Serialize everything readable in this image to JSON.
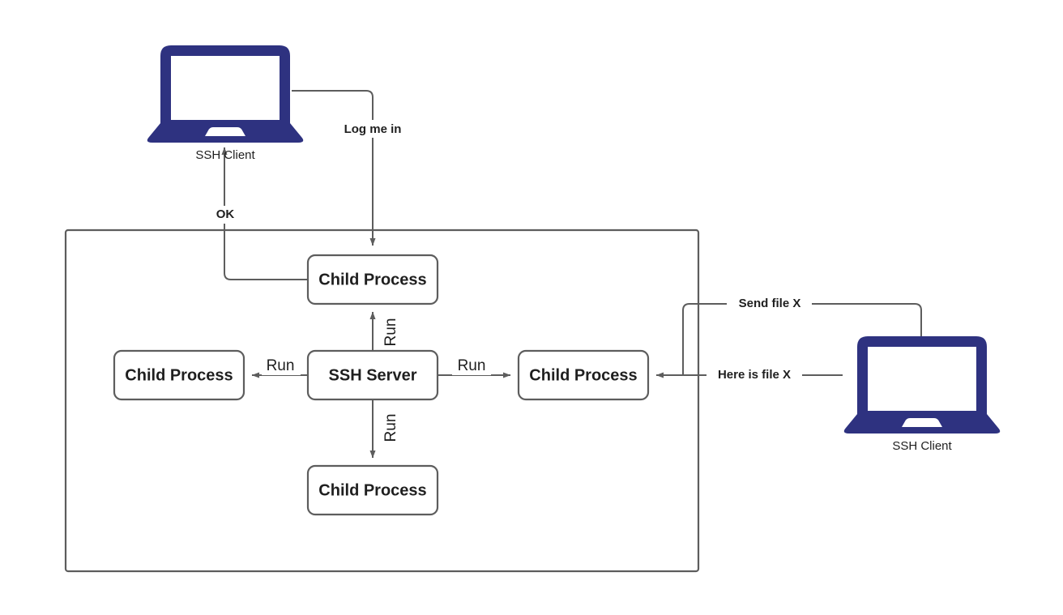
{
  "diagram": {
    "title": "SSH Server child process model",
    "colors": {
      "laptop": "#2e3280",
      "stroke": "#5d5d5d",
      "text": "#1f1f1f",
      "background": "#ffffff"
    },
    "devices": [
      {
        "id": "client-top-left",
        "label": "SSH Client"
      },
      {
        "id": "client-right",
        "label": "SSH Client"
      }
    ],
    "nodes": [
      {
        "id": "child-top",
        "label": "Child Process"
      },
      {
        "id": "ssh-server",
        "label": "SSH Server"
      },
      {
        "id": "child-left",
        "label": "Child Process"
      },
      {
        "id": "child-right",
        "label": "Child Process"
      },
      {
        "id": "child-bottom",
        "label": "Child Process"
      }
    ],
    "edges": [
      {
        "id": "login",
        "label": "Log me in",
        "from": "client-top-left",
        "to": "child-top",
        "weight": "bold"
      },
      {
        "id": "ok",
        "label": "OK",
        "from": "child-top",
        "to": "client-top-left",
        "weight": "bold"
      },
      {
        "id": "run-up",
        "label": "Run",
        "from": "ssh-server",
        "to": "child-top",
        "weight": "normal"
      },
      {
        "id": "run-left",
        "label": "Run",
        "from": "ssh-server",
        "to": "child-left",
        "weight": "normal"
      },
      {
        "id": "run-right",
        "label": "Run",
        "from": "ssh-server",
        "to": "child-right",
        "weight": "normal"
      },
      {
        "id": "run-down",
        "label": "Run",
        "from": "ssh-server",
        "to": "child-bottom",
        "weight": "normal"
      },
      {
        "id": "send-file",
        "label": "Send file X",
        "from": "child-right",
        "to": "client-right",
        "weight": "bold"
      },
      {
        "id": "here-file",
        "label": "Here is file X",
        "from": "client-right",
        "to": "child-right",
        "weight": "bold"
      }
    ]
  }
}
